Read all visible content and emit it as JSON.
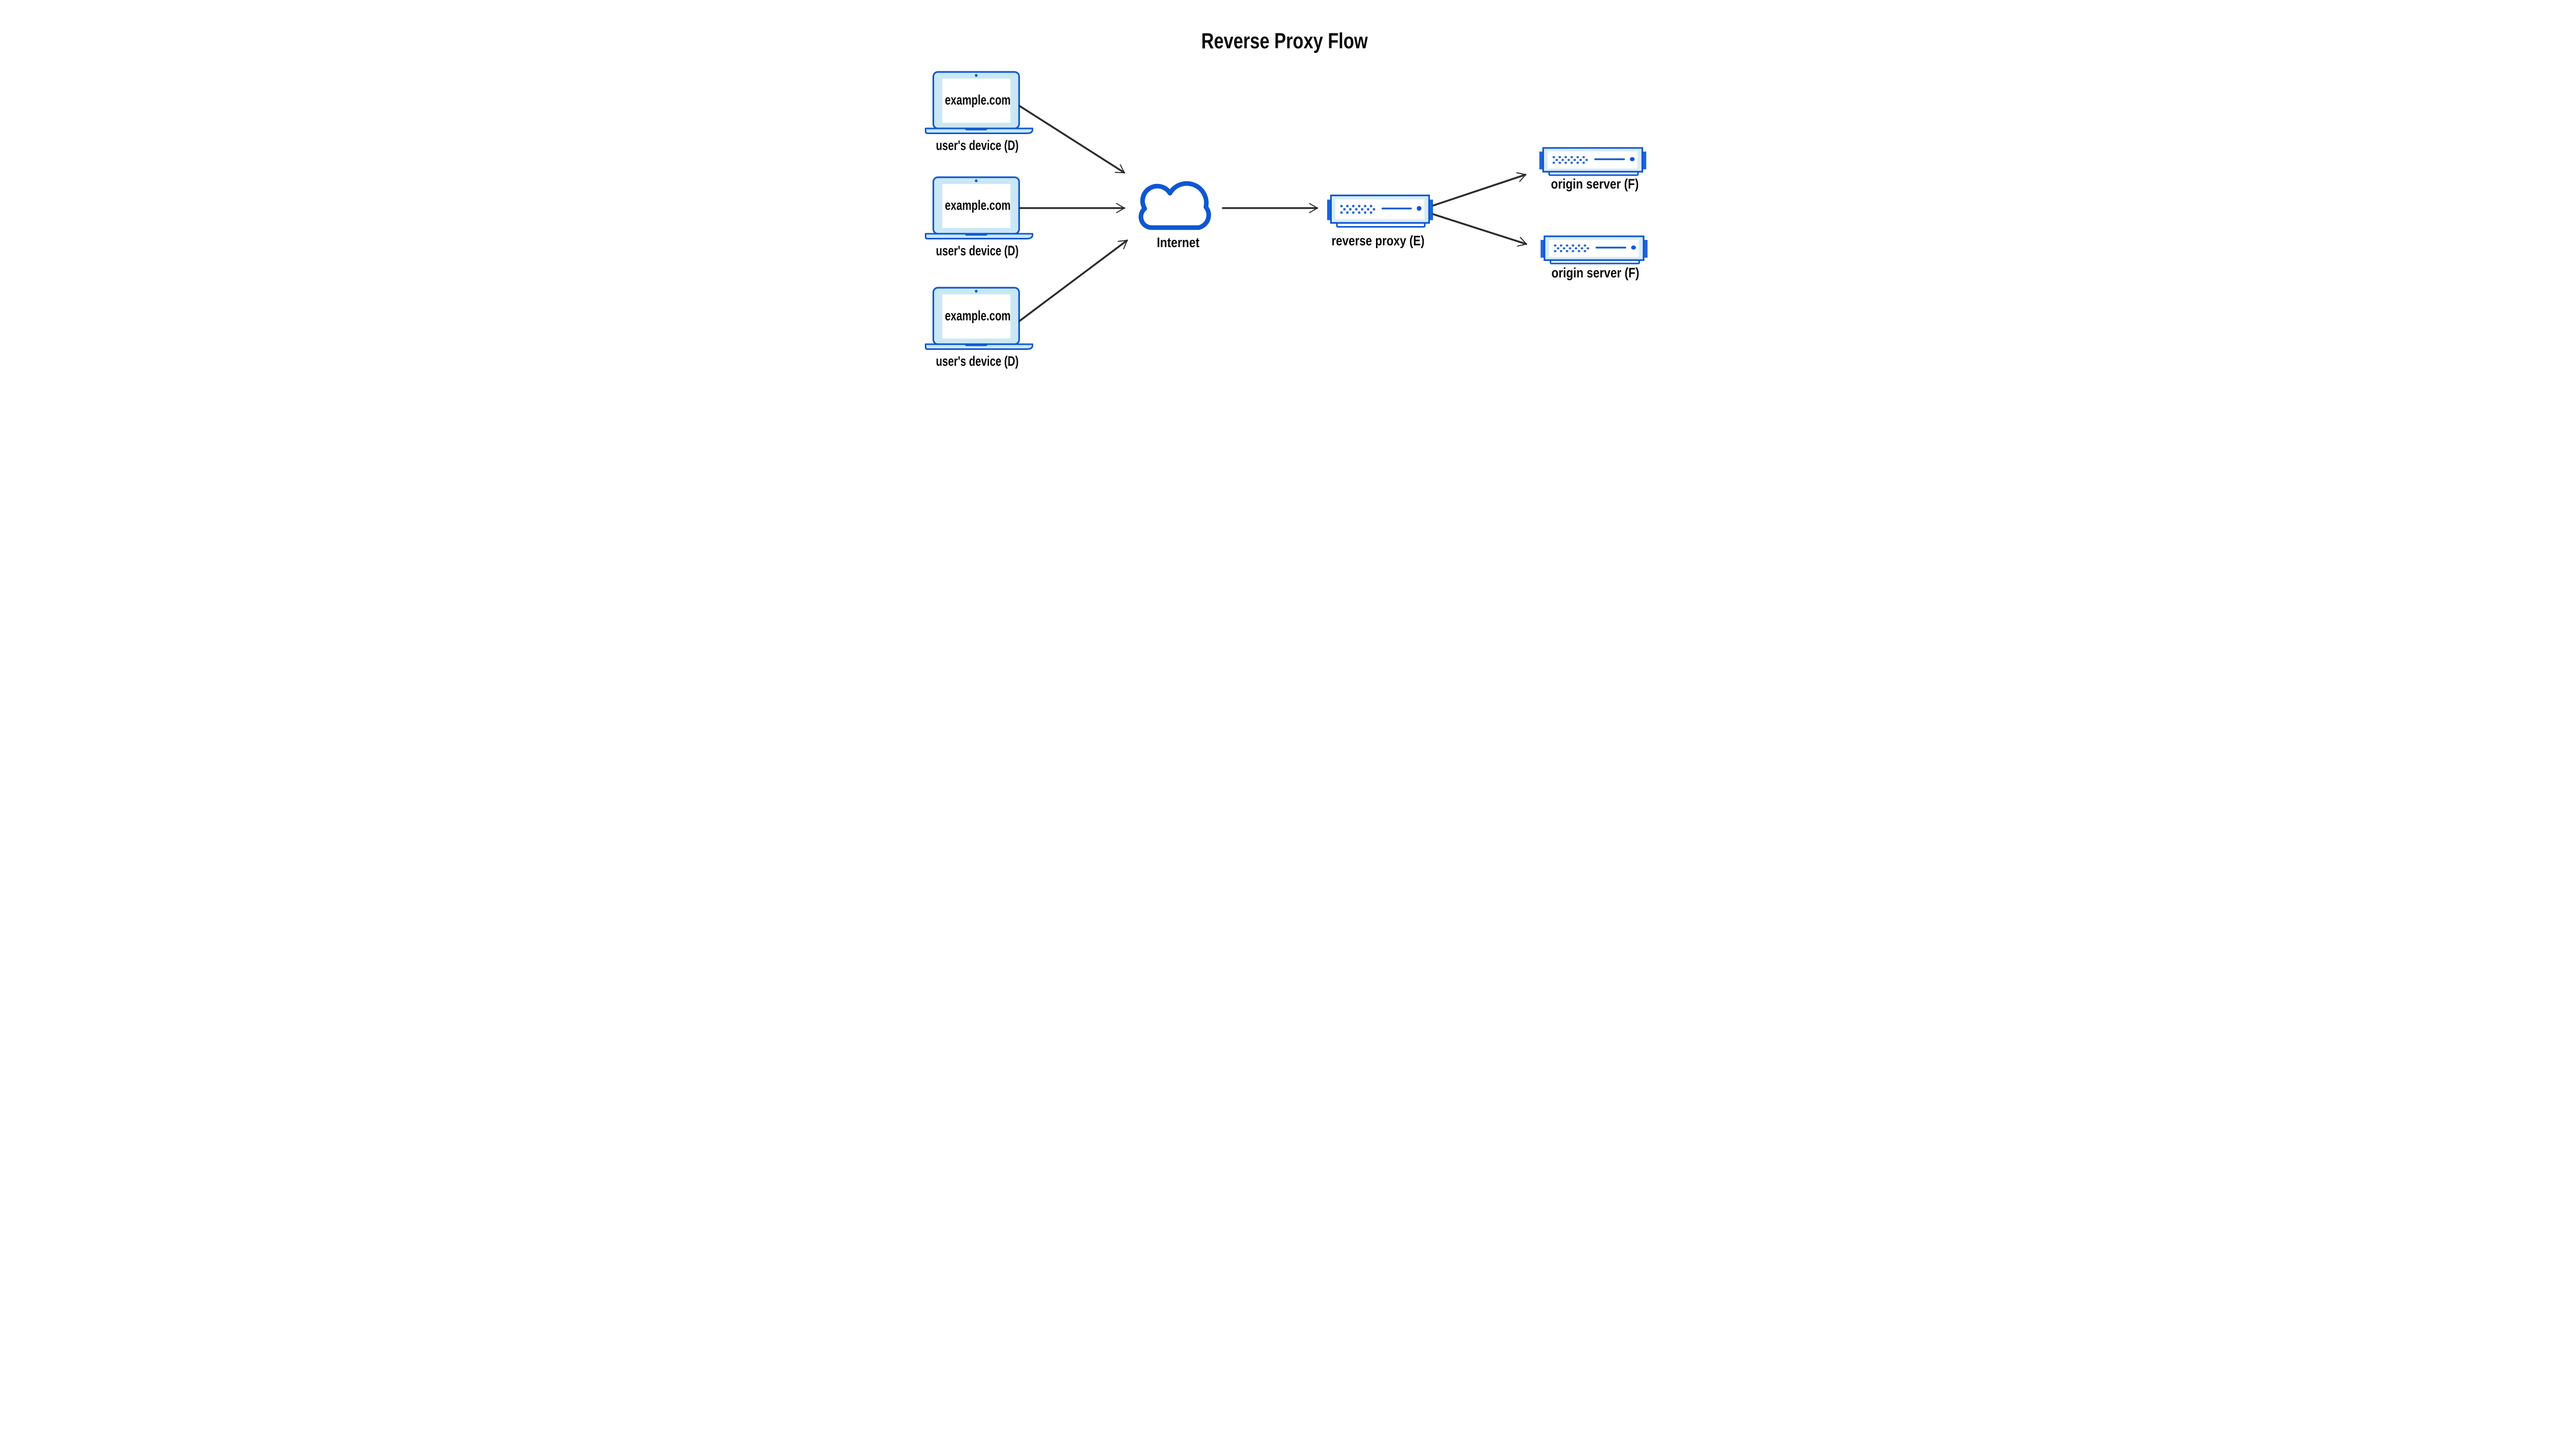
{
  "title": "Reverse Proxy Flow",
  "devices": [
    {
      "screen_text": "example.com",
      "label": "user's device (D)"
    },
    {
      "screen_text": "example.com",
      "label": "user's device (D)"
    },
    {
      "screen_text": "example.com",
      "label": "user's device (D)"
    }
  ],
  "internet": {
    "label": "Internet"
  },
  "reverse_proxy": {
    "label": "reverse proxy (E)"
  },
  "origin_servers": [
    {
      "label": "origin server (F)"
    },
    {
      "label": "origin server (F)"
    }
  ],
  "icons": {
    "device": "laptop-icon",
    "internet": "cloud-icon",
    "proxy": "server-icon",
    "origin": "server-icon"
  },
  "colors": {
    "outline_blue": "#0d57d2",
    "accent_blue": "#1b63de",
    "laptop_fill": "#c9e8f4",
    "server_fill": "#d8ecf7",
    "square_blue": "#2465d3",
    "arrow_dark": "#2b2b2b",
    "background": "#ffffff",
    "text": "#0a0a0a"
  }
}
